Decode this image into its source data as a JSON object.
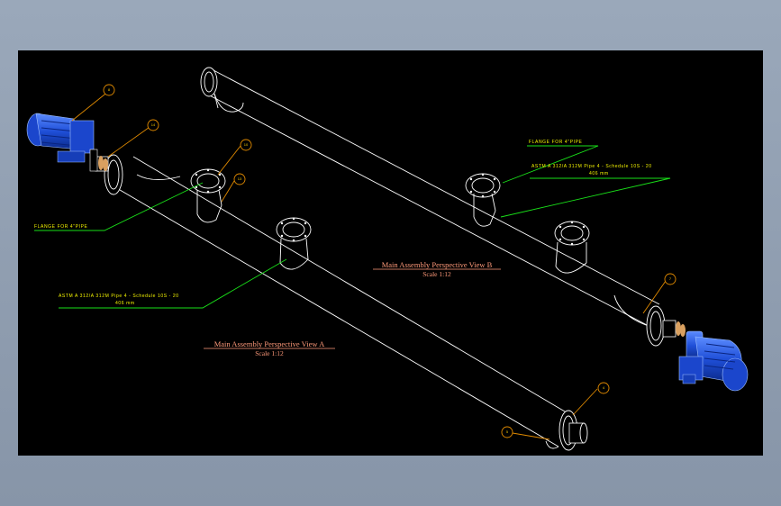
{
  "drawing": {
    "background_color": "#000000",
    "pipe_color": "#ffffff",
    "leader_color": "#19e019",
    "balloon_color": "#e08a00",
    "label_color": "#f5f500",
    "title_color": "#ff9a7a",
    "motor_color": "#1f4fd8"
  },
  "views": {
    "a": {
      "title": "Main Assembly Perspective View A",
      "scale": "Scale 1:12"
    },
    "b": {
      "title": "Main Assembly Perspective View B",
      "scale": "Scale 1:12"
    }
  },
  "notes": {
    "flange_a": "FLANGE FOR 4\"PIPE",
    "flange_b": "FLANGE FOR 4\"PIPE",
    "pipe_a_line1": "ASTM A 312/A 312M Pipe 4 - Schedule 10S - 20",
    "pipe_a_line2": "406 mm",
    "pipe_b_line1": "ASTM A 312/A 312M Pipe 4 - Schedule 10S - 20",
    "pipe_b_line2": "406 mm"
  },
  "balloons": {
    "a_motor": "8",
    "a_coupling": "14",
    "a_flange": "10",
    "a_nozzle": "13",
    "a_endcap": "4",
    "a_bottom": "5",
    "b_endcap": "7"
  }
}
